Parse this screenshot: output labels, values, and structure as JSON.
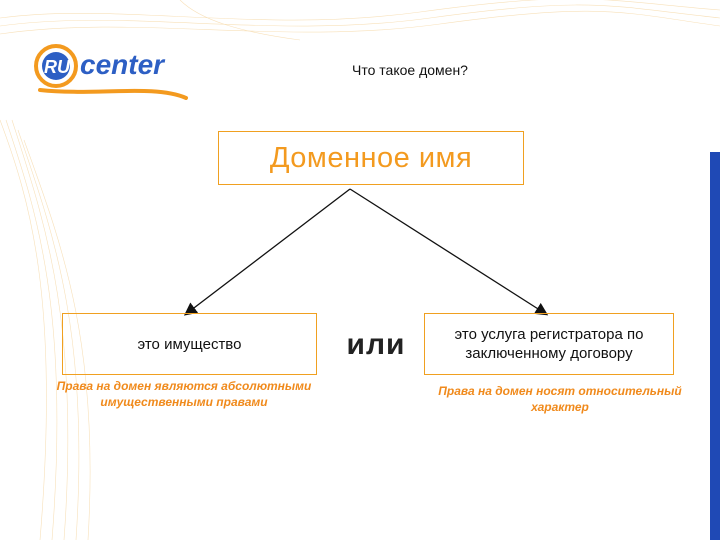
{
  "logo": {
    "mark": "RU",
    "text": "center"
  },
  "slide_title": "Что такое домен?",
  "main_box": {
    "label": "Доменное имя"
  },
  "left": {
    "label": "это имущество",
    "note": "Права на домен являются абсолютными имущественными правами"
  },
  "connector": "или",
  "right": {
    "label": "это услуга регистратора по заключенному договору",
    "note": "Права на домен носят относительный характер"
  },
  "colors": {
    "accent": "#f39a1f",
    "brand_blue": "#1f49b5",
    "text": "#111111"
  }
}
